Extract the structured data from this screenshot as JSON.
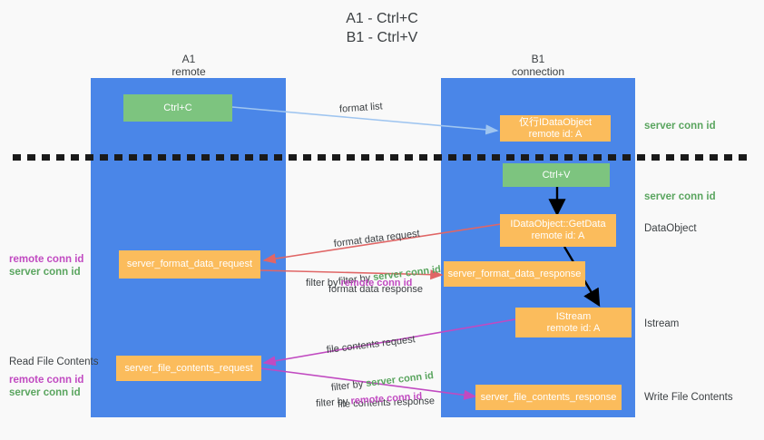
{
  "title": "A1 - Ctrl+C\nB1 - Ctrl+V",
  "colors": {
    "lane": "#4a86e8",
    "green_box": "#7dc47f",
    "orange_box": "#fbbc5c",
    "server_conn_id": "#5aa55f",
    "remote_conn_id": "#c14ac1",
    "arrow_light_blue": "#9fc5f0",
    "arrow_red": "#e06666",
    "arrow_magenta": "#c14ac1",
    "arrow_black": "#000000",
    "background": "#f9f9f9"
  },
  "columns": [
    {
      "name": "A1",
      "sub": "remote"
    },
    {
      "name": "B1",
      "sub": "connection"
    }
  ],
  "boxes": {
    "ctrl_c": "Ctrl+C",
    "ctrl_v": "Ctrl+V",
    "idataobject": "仅行IDataObject\nremote id: A",
    "getdata": "IDataObject::GetData\nremote id: A",
    "format_data_request": "server_format_data_request",
    "format_data_response": "server_format_data_response",
    "istream": "IStream\nremote id: A",
    "file_contents_request": "server_file_contents_request",
    "file_contents_response": "server_file_contents_response"
  },
  "right_annotations": [
    {
      "text": "server conn id",
      "style": "green"
    },
    {
      "text": "server conn id",
      "style": "green"
    },
    {
      "text": "DataObject",
      "style": "dark"
    },
    {
      "text": "Istream",
      "style": "dark"
    },
    {
      "text": "Write File Contents",
      "style": "dark"
    }
  ],
  "left_annotations": [
    {
      "text": "remote conn id",
      "style": "magenta"
    },
    {
      "text": "server conn id",
      "style": "green"
    },
    {
      "text": "Read File Contents",
      "style": "dark"
    },
    {
      "text": "remote conn id",
      "style": "magenta"
    },
    {
      "text": "server conn id",
      "style": "green"
    }
  ],
  "edge_labels": {
    "format_list": "format list",
    "format_data_request": "format data request",
    "format_data_request_filter_pre": "filter by ",
    "format_data_request_filter_id": "server conn id",
    "format_data_response": "format data response",
    "format_data_response_filter_pre": "filter by ",
    "format_data_response_filter_id": "remote conn id",
    "file_contents_request": "file contents request",
    "file_contents_request_filter_pre": "filter by ",
    "file_contents_request_filter_id": "server conn id",
    "file_contents_response": "file contents response",
    "file_contents_response_filter_pre": "filter by ",
    "file_contents_response_filter_id": "remote conn id"
  }
}
